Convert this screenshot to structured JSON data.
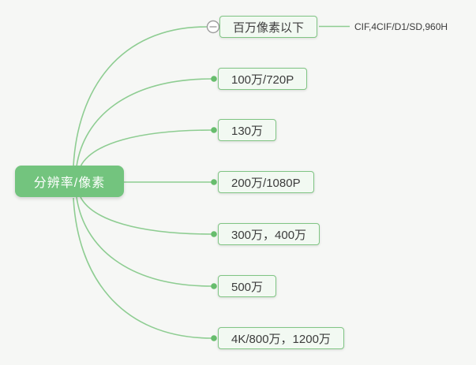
{
  "mindmap": {
    "root": {
      "label": "分辨率/像素"
    },
    "children": [
      {
        "label": "百万像素以下",
        "has_collapse_icon": true,
        "leaf": "CIF,4CIF/D1/SD,960H"
      },
      {
        "label": "100万/720P"
      },
      {
        "label": "130万"
      },
      {
        "label": "200万/1080P"
      },
      {
        "label": "300万，400万"
      },
      {
        "label": "500万"
      },
      {
        "label": "4K/800万，1200万"
      }
    ],
    "icons": {
      "collapse_icon": "minus-circle"
    },
    "colors": {
      "background": "#f6f7f5",
      "root_fill": "#73c47e",
      "root_text": "#ffffff",
      "node_fill": "#f2f9f2",
      "node_border": "#80c584",
      "node_text": "#3c3c3c",
      "branch_line": "#8ecd92",
      "connection_dot": "#67bd6d",
      "collapse_icon_border": "#9e9e9e"
    }
  }
}
